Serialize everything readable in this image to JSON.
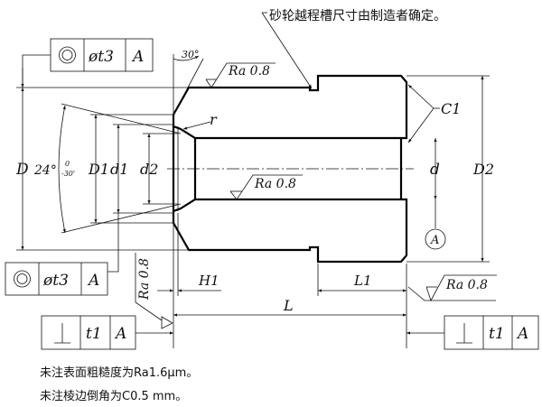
{
  "notes": {
    "groove_note": "砂轮越程槽尺寸由制造者确定。",
    "roughness_note": "未注表面粗糙度为Ra1.6μm。",
    "chamfer_note": "未注棱边倒角为C0.5 mm。"
  },
  "dimensions": {
    "D": "D",
    "angle": "24°",
    "angle_upper": "0",
    "angle_lower": "-30'",
    "D1": "D1",
    "d1": "d1",
    "d2": "d2",
    "d": "d",
    "D2": "D2",
    "H1": "H1",
    "L1": "L1",
    "L": "L",
    "C1": "C1",
    "r": "r",
    "chamfer_angle": "30°"
  },
  "roughness": {
    "top": "Ra 0.8",
    "bore": "Ra 0.8",
    "right_face": "Ra 0.8",
    "left_face": "Ra 0.8"
  },
  "datum": {
    "label": "A"
  },
  "fcf": {
    "top": {
      "symbol": "concentricity",
      "tol": "øt3",
      "datum": "A"
    },
    "left": {
      "symbol": "concentricity",
      "tol": "øt3",
      "datum": "A"
    },
    "perp_left": {
      "symbol": "perpendicularity",
      "tol": "t1",
      "datum": "A"
    },
    "perp_right": {
      "symbol": "perpendicularity",
      "tol": "t1",
      "datum": "A"
    }
  }
}
